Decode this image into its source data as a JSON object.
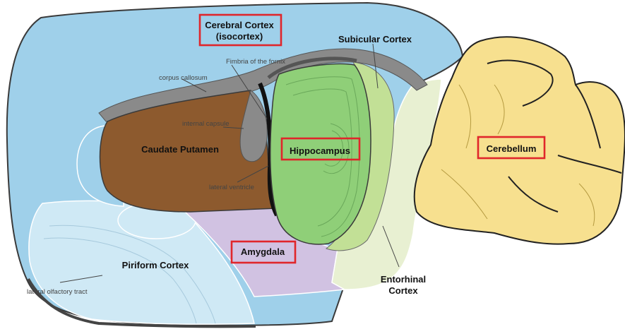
{
  "labels": {
    "cerebral_cortex_line1": "Cerebral Cortex",
    "cerebral_cortex_line2": "(isocortex)",
    "subicular_cortex": "Subicular Cortex",
    "fimbria": "Fimbria of the fornix",
    "corpus_callosum": "corpus callosum",
    "internal_capsule": "internal capsule",
    "caudate_putamen": "Caudate Putamen",
    "hippocampus": "Hippocampus",
    "cerebellum": "Cerebellum",
    "lateral_ventricle": "lateral ventricle",
    "amygdala": "Amygdala",
    "piriform_cortex": "Piriform Cortex",
    "entorhinal_line1": "Entorhinal",
    "entorhinal_line2": "Cortex",
    "lateral_olfactory_tract": "lateral olfactory tract"
  },
  "colors": {
    "cortex": "#9fd0ea",
    "caudate": "#8d5a2e",
    "hippocampus": "#8fcf78",
    "subicular": "#c2e096",
    "entorhinal": "#e8f0d2",
    "amygdala": "#d1c2e2",
    "piriform": "#cfe9f5",
    "cerebellum": "#f7e08f",
    "gray_matter": "#8a8a8a",
    "highlight": "#e0262b"
  }
}
